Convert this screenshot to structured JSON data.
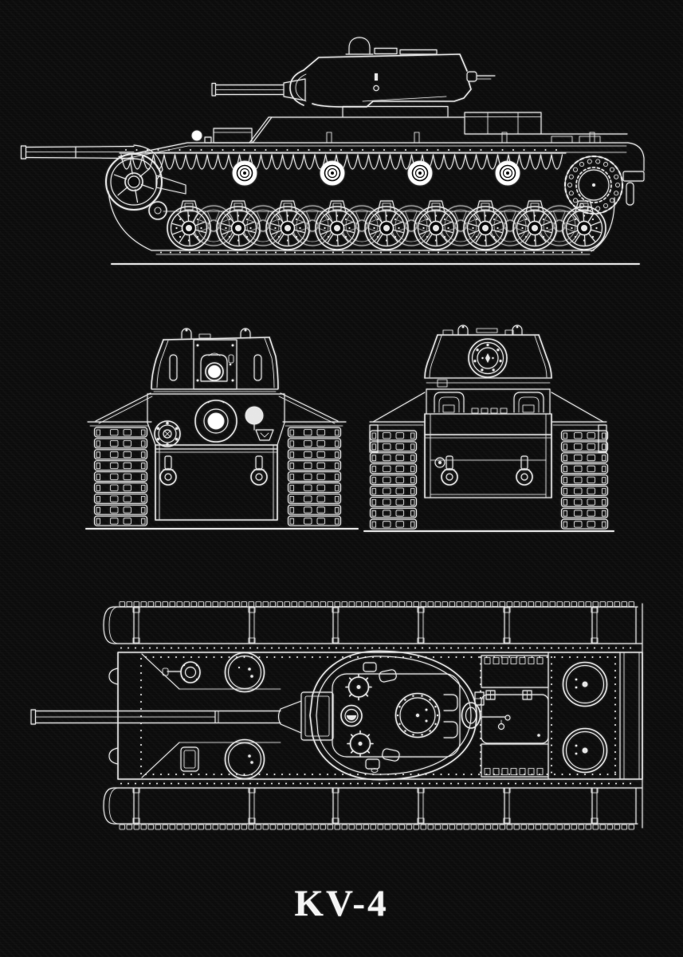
{
  "poster": {
    "title": "KV-4",
    "background_color": "#0b0b0b",
    "line_color": "#e6e6e6",
    "highlight_color": "#ffffff",
    "views": {
      "side": "side-elevation-blueprint",
      "front": "front-elevation-blueprint",
      "rear": "rear-elevation-blueprint",
      "top": "top-plan-blueprint"
    }
  }
}
